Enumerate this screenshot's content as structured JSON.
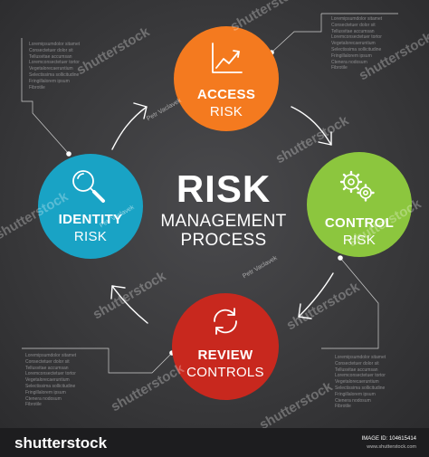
{
  "diagram": {
    "center": {
      "line1": "RISK",
      "line2": "MANAGEMENT",
      "line3": "PROCESS"
    },
    "nodes": {
      "access": {
        "line1": "ACCESS",
        "line2": "RISK",
        "color": "#f47a1f",
        "icon": "chart-icon"
      },
      "control": {
        "line1": "CONTROL",
        "line2": "RISK",
        "color": "#8cc63e",
        "icon": "gears-icon"
      },
      "review": {
        "line1": "REVIEW",
        "line2": "CONTROLS",
        "color": "#c8281e",
        "icon": "refresh-icon"
      },
      "identity": {
        "line1": "IDENTITY",
        "line2": "RISK",
        "color": "#19a3c5",
        "icon": "magnifier-icon"
      }
    },
    "notes": {
      "top_right": [
        "Loremipsumdolor sitamet",
        "Consectetuer dolor sit",
        "Tellusvitae accumsan",
        "Loremconsectetuer tortor",
        "Vegetalorecaeruntium",
        "Selectissima sollicitudine",
        "Fringillalorem ipsum",
        "Ctenera nodosum",
        "Fibrotile"
      ],
      "top_left": [
        "Loremipsumdolor sitamet",
        "Consectetuer dolor sit",
        "Tellusvitae accumsan",
        "Loremconsectetuer tortor",
        "Vegetalorecaeruntium",
        "Selectissima sollicitudine",
        "Fringillalorem ipsum",
        "Fibrotile"
      ],
      "bottom_left": [
        "Loremipsumdolor sitamet",
        "Consectetuer dolor sit",
        "Tellusvitae accumsan",
        "Loremconsectetuer tortor",
        "Vegetalorecaeruntium",
        "Selectissima sollicitudine",
        "Fringillalorem ipsum",
        "Ctenera nodosum",
        "Fibrotile"
      ],
      "bottom_right": [
        "Loremipsumdolor sitamet",
        "Consectetuer dolor sit",
        "Tellusvitae accumsan",
        "Loremconsectetuer tortor",
        "Vegetalorecaeruntium",
        "Selectissima sollicitudine",
        "Fringillalorem ipsum",
        "Ctenera nodosum",
        "Fibrotile"
      ]
    },
    "author": "Petr Vaclavek"
  },
  "watermark": "shutterstock",
  "footer": {
    "brand": "shutterstock",
    "image_id": "IMAGE ID: 104615414",
    "site": "www.shutterstock.com"
  }
}
